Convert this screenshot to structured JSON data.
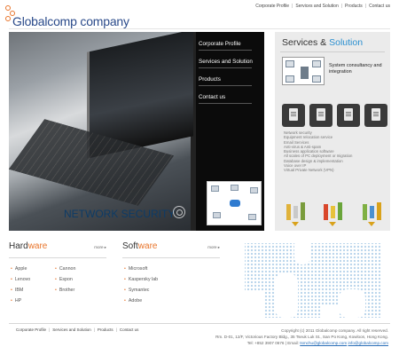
{
  "brand": {
    "name": "Globalcomp company"
  },
  "top_nav": {
    "items": [
      "Corporate Profile",
      "Services and Solution",
      "Products",
      "Contact us"
    ]
  },
  "hero": {
    "title": "NETWORK SECURITY",
    "menu": [
      "Corporate Profile",
      "Services and Solution",
      "Products",
      "Contact us"
    ]
  },
  "services": {
    "title_main": "Services & ",
    "title_accent": "Solution",
    "caption": "System consultancy and integration",
    "list": [
      "Network security",
      "Equipment relocation service",
      "Email Services",
      "Anti-virus & Anti-spam",
      "Business application software",
      "All scales of PC deployment or migration",
      "Database design & implementation",
      "Voice over IP",
      "Virtual Private Network (VPN)"
    ]
  },
  "hardware": {
    "title_main": "Hard",
    "title_accent": "ware",
    "more": "more",
    "col1": [
      "Apple",
      "Lenovo",
      "IBM",
      "HP"
    ],
    "col2": [
      "Cannon",
      "Espon",
      "Brother"
    ]
  },
  "software": {
    "title_main": "Soft",
    "title_accent": "ware",
    "more": "more",
    "col1": [
      "Microsoft",
      "Kaspersky lab",
      "Symantec",
      "Adobe"
    ]
  },
  "footer": {
    "nav": [
      "Corporate Profile",
      "Services and Solution",
      "Products",
      "Contact us"
    ],
    "copyright": "Copyright (c) 2011 Globalcomp company. All right reserved.",
    "address": "Rm. D-01, 12/F, Victorious Factory Bldg., 35 Tseuk Luk St., San Po Kong, Kowloon, Hong Kong.",
    "tel": "Tel: +852 3907 0676",
    "email_label": "Email:",
    "email1": "tsmchu@globalcomp.com",
    "email2": "info@globalcomp.com"
  },
  "colors": {
    "accent_orange": "#e8742a",
    "accent_blue": "#2a8fd0",
    "brand_navy": "#2a4a8a"
  }
}
